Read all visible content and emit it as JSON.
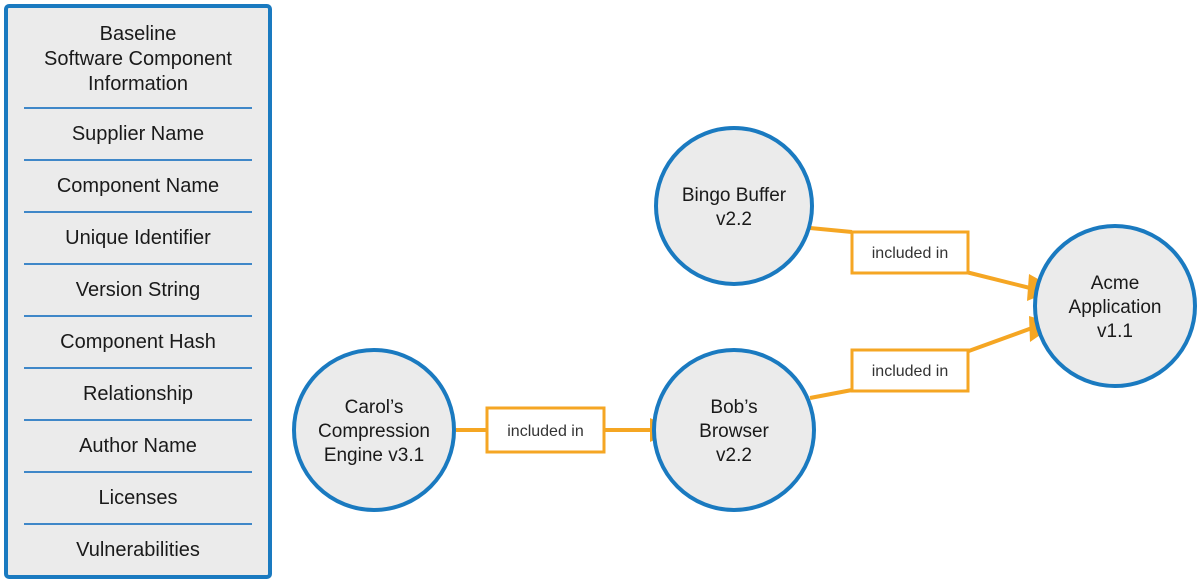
{
  "panel": {
    "title": "Baseline\nSoftware Component\nInformation",
    "fields": [
      "Supplier Name",
      "Component Name",
      "Unique Identifier",
      "Version String",
      "Component Hash",
      "Relationship",
      "Author Name",
      "Licenses",
      "Vulnerabilities"
    ],
    "border_color": "#1a7ac0",
    "fill_color": "#ebebeb",
    "separator_color": "#3f87c8"
  },
  "graph": {
    "node_stroke_color": "#1a7ac0",
    "node_fill_color": "#ebebeb",
    "edge_color": "#f5a623",
    "nodes": [
      {
        "id": "bingo",
        "lines": [
          "Bingo Buffer",
          "v2.2"
        ]
      },
      {
        "id": "acme",
        "lines": [
          "Acme",
          "Application",
          "v1.1"
        ]
      },
      {
        "id": "carol",
        "lines": [
          "Carol’s",
          "Compression",
          "Engine v3.1"
        ]
      },
      {
        "id": "bob",
        "lines": [
          "Bob’s",
          "Browser",
          "v2.2"
        ]
      }
    ],
    "edges": [
      {
        "id": "carol-to-bob",
        "label": "included in",
        "from": "carol",
        "to": "bob"
      },
      {
        "id": "bingo-to-acme",
        "label": "included in",
        "from": "bingo",
        "to": "acme"
      },
      {
        "id": "bob-to-acme",
        "label": "included in",
        "from": "bob",
        "to": "acme"
      }
    ]
  }
}
